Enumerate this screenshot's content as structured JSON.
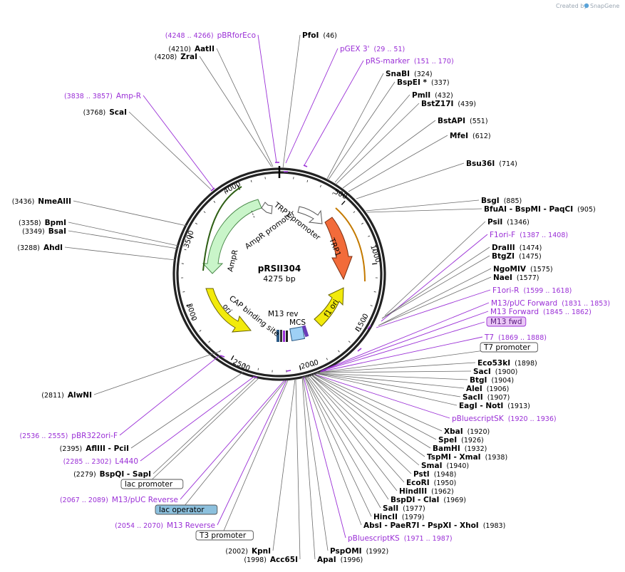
{
  "app": {
    "brand_prefix": "Created by",
    "brand_name": "SnapGene"
  },
  "plasmid": {
    "name": "pRSII304",
    "length_label": "4275 bp"
  },
  "tick_labels": [
    "500",
    "1000",
    "1500",
    "2000",
    "2500",
    "3000",
    "3500",
    "4000"
  ],
  "features": [
    {
      "key": "trp1_promoter",
      "label": "TRP1 promoter"
    },
    {
      "key": "trp1",
      "label": "TRP1"
    },
    {
      "key": "ampr_promoter",
      "label": "AmpR promoter"
    },
    {
      "key": "ampr",
      "label": "AmpR"
    },
    {
      "key": "ori",
      "label": "ori"
    },
    {
      "key": "f1ori",
      "label": "f1 ori"
    },
    {
      "key": "cap",
      "label": "CAP binding site"
    },
    {
      "key": "m13rev",
      "label": "M13 rev"
    },
    {
      "key": "mcs",
      "label": "MCS"
    }
  ],
  "labels": [
    {
      "id": "pbrforeco",
      "kind": "primer",
      "name": "pBRforEco",
      "pos": "(4248 .. 4266)"
    },
    {
      "id": "aatii",
      "kind": "enzyme",
      "name": "AatII",
      "pos": "(4210)"
    },
    {
      "id": "zrai",
      "kind": "enzyme",
      "name": "ZraI",
      "pos": "(4208)"
    },
    {
      "id": "amp-r",
      "kind": "primer",
      "name": "Amp-R",
      "pos": "(3838 .. 3857)"
    },
    {
      "id": "scai",
      "kind": "enzyme",
      "name": "ScaI",
      "pos": "(3768)"
    },
    {
      "id": "nmeaiii",
      "kind": "enzyme",
      "name": "NmeAIII",
      "pos": "(3436)"
    },
    {
      "id": "bpmi",
      "kind": "enzyme",
      "name": "BpmI",
      "pos": "(3358)"
    },
    {
      "id": "bsai",
      "kind": "enzyme",
      "name": "BsaI",
      "pos": "(3349)"
    },
    {
      "id": "ahdi",
      "kind": "enzyme",
      "name": "AhdI",
      "pos": "(3288)"
    },
    {
      "id": "alwni",
      "kind": "enzyme",
      "name": "AlwNI",
      "pos": "(2811)"
    },
    {
      "id": "pbr322ori-f",
      "kind": "primer",
      "name": "pBR322ori-F",
      "pos": "(2536 .. 2555)"
    },
    {
      "id": "afliii",
      "kind": "enzyme",
      "name": "AflIII - PciI",
      "pos": "(2395)"
    },
    {
      "id": "l4440",
      "kind": "primer",
      "name": "L4440",
      "pos": "(2285 .. 2302)"
    },
    {
      "id": "bspqi",
      "kind": "enzyme",
      "name": "BspQI - SapI",
      "pos": "(2279)"
    },
    {
      "id": "lac-promoter",
      "kind": "box",
      "name": "lac promoter",
      "pos": ""
    },
    {
      "id": "m13puc-rev",
      "kind": "primer",
      "name": "M13/pUC Reverse",
      "pos": "(2067 .. 2089)"
    },
    {
      "id": "lac-operator",
      "kind": "boxblue",
      "name": "lac operator",
      "pos": ""
    },
    {
      "id": "m13-reverse",
      "kind": "primer",
      "name": "M13 Reverse",
      "pos": "(2054 .. 2070)"
    },
    {
      "id": "t3-promoter",
      "kind": "box",
      "name": "T3 promoter",
      "pos": ""
    },
    {
      "id": "kpni",
      "kind": "enzyme",
      "name": "KpnI",
      "pos": "(2002)"
    },
    {
      "id": "acc65i",
      "kind": "enzyme",
      "name": "Acc65I",
      "pos": "(1998)"
    },
    {
      "id": "pfoi",
      "kind": "enzyme",
      "name": "PfoI",
      "pos": "(46)"
    },
    {
      "id": "pgex3",
      "kind": "primer",
      "name": "pGEX 3'",
      "pos": "(29 .. 51)"
    },
    {
      "id": "prs-marker",
      "kind": "primer",
      "name": "pRS-marker",
      "pos": "(151 .. 170)"
    },
    {
      "id": "snabi",
      "kind": "enzyme",
      "name": "SnaBI",
      "pos": "(324)"
    },
    {
      "id": "bspei",
      "kind": "enzyme",
      "name": "BspEI *",
      "pos": "(337)"
    },
    {
      "id": "pmli",
      "kind": "enzyme",
      "name": "PmlI",
      "pos": "(432)"
    },
    {
      "id": "bstz17i",
      "kind": "enzyme",
      "name": "BstZ17I",
      "pos": "(439)"
    },
    {
      "id": "bstapi",
      "kind": "enzyme",
      "name": "BstAPI",
      "pos": "(551)"
    },
    {
      "id": "mfei",
      "kind": "enzyme",
      "name": "MfeI",
      "pos": "(612)"
    },
    {
      "id": "bsu36i",
      "kind": "enzyme",
      "name": "Bsu36I",
      "pos": "(714)"
    },
    {
      "id": "bsgi",
      "kind": "enzyme",
      "name": "BsgI",
      "pos": "(885)"
    },
    {
      "id": "bfuai",
      "kind": "enzyme",
      "name": "BfuAI - BspMI - PaqCI",
      "pos": "(905)"
    },
    {
      "id": "psii",
      "kind": "enzyme",
      "name": "PsiI",
      "pos": "(1346)"
    },
    {
      "id": "f1ori-f",
      "kind": "primer",
      "name": "F1ori-F",
      "pos": "(1387 .. 1408)"
    },
    {
      "id": "draiii",
      "kind": "enzyme",
      "name": "DraIII",
      "pos": "(1474)"
    },
    {
      "id": "btgzi",
      "kind": "enzyme",
      "name": "BtgZI",
      "pos": "(1475)"
    },
    {
      "id": "ngomiv",
      "kind": "enzyme",
      "name": "NgoMIV",
      "pos": "(1575)"
    },
    {
      "id": "naei",
      "kind": "enzyme",
      "name": "NaeI",
      "pos": "(1577)"
    },
    {
      "id": "f1ori-r",
      "kind": "primer",
      "name": "F1ori-R",
      "pos": "(1599 .. 1618)"
    },
    {
      "id": "m13puc-fwd",
      "kind": "primer",
      "name": "M13/pUC Forward",
      "pos": "(1831 .. 1853)"
    },
    {
      "id": "m13-forward",
      "kind": "primer",
      "name": "M13 Forward",
      "pos": "(1845 .. 1862)"
    },
    {
      "id": "m13-fwd",
      "kind": "boxpurple",
      "name": "M13 fwd",
      "pos": ""
    },
    {
      "id": "t7",
      "kind": "primer",
      "name": "T7",
      "pos": "(1869 .. 1888)"
    },
    {
      "id": "t7-promoter",
      "kind": "box",
      "name": "T7 promoter",
      "pos": ""
    },
    {
      "id": "eco53ki",
      "kind": "enzyme",
      "name": "Eco53kI",
      "pos": "(1898)"
    },
    {
      "id": "saci",
      "kind": "enzyme",
      "name": "SacI",
      "pos": "(1900)"
    },
    {
      "id": "btgi",
      "kind": "enzyme",
      "name": "BtgI",
      "pos": "(1904)"
    },
    {
      "id": "alei",
      "kind": "enzyme",
      "name": "AleI",
      "pos": "(1906)"
    },
    {
      "id": "sacii",
      "kind": "enzyme",
      "name": "SacII",
      "pos": "(1907)"
    },
    {
      "id": "eagi",
      "kind": "enzyme",
      "name": "EagI - NotI",
      "pos": "(1913)"
    },
    {
      "id": "pbluescriptsk",
      "kind": "primer",
      "name": "pBluescriptSK",
      "pos": "(1920 .. 1936)"
    },
    {
      "id": "xbai",
      "kind": "enzyme",
      "name": "XbaI",
      "pos": "(1920)"
    },
    {
      "id": "spei",
      "kind": "enzyme",
      "name": "SpeI",
      "pos": "(1926)"
    },
    {
      "id": "bamhi",
      "kind": "enzyme",
      "name": "BamHI",
      "pos": "(1932)"
    },
    {
      "id": "tspmi",
      "kind": "enzyme",
      "name": "TspMI - XmaI",
      "pos": "(1938)"
    },
    {
      "id": "smai",
      "kind": "enzyme",
      "name": "SmaI",
      "pos": "(1940)"
    },
    {
      "id": "psti",
      "kind": "enzyme",
      "name": "PstI",
      "pos": "(1948)"
    },
    {
      "id": "ecori",
      "kind": "enzyme",
      "name": "EcoRI",
      "pos": "(1950)"
    },
    {
      "id": "hindiii",
      "kind": "enzyme",
      "name": "HindIII",
      "pos": "(1962)"
    },
    {
      "id": "bspdi",
      "kind": "enzyme",
      "name": "BspDI - ClaI",
      "pos": "(1969)"
    },
    {
      "id": "sali",
      "kind": "enzyme",
      "name": "SalI",
      "pos": "(1977)"
    },
    {
      "id": "hincii",
      "kind": "enzyme",
      "name": "HincII",
      "pos": "(1979)"
    },
    {
      "id": "absi",
      "kind": "enzyme",
      "name": "AbsI - PaeR7I - PspXI - XhoI",
      "pos": "(1983)"
    },
    {
      "id": "pbluescriptks",
      "kind": "primer",
      "name": "pBluescriptKS",
      "pos": "(1971 .. 1987)"
    },
    {
      "id": "pspomi",
      "kind": "enzyme",
      "name": "PspOMI",
      "pos": "(1992)"
    },
    {
      "id": "apai",
      "kind": "enzyme",
      "name": "ApaI",
      "pos": "(1996)"
    }
  ]
}
